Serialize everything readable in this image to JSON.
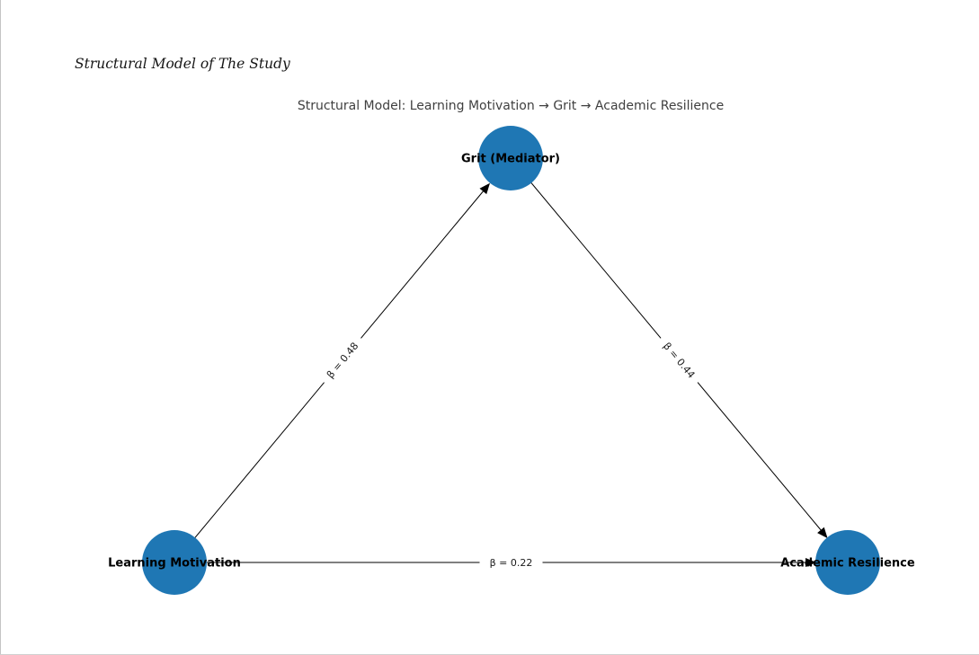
{
  "page": {
    "heading": "Structural Model of The Study"
  },
  "figure": {
    "title": "Structural Model: Learning Motivation → Grit → Academic Resilience",
    "title_color": "#3f3f3f",
    "node_color": "#1f77b4",
    "edge_color": "#000000"
  },
  "diagram": {
    "type": "path-model",
    "nodes": [
      {
        "id": "learning-motivation",
        "label": "Learning Motivation"
      },
      {
        "id": "grit",
        "label": "Grit (Mediator)"
      },
      {
        "id": "academic-resilience",
        "label": "Academic Resilience"
      }
    ],
    "edges": [
      {
        "from": "learning-motivation",
        "to": "grit",
        "label": "β = 0.48",
        "beta": 0.48
      },
      {
        "from": "grit",
        "to": "academic-resilience",
        "label": "β = 0.44",
        "beta": 0.44
      },
      {
        "from": "learning-motivation",
        "to": "academic-resilience",
        "label": "β = 0.22",
        "beta": 0.22
      }
    ]
  }
}
